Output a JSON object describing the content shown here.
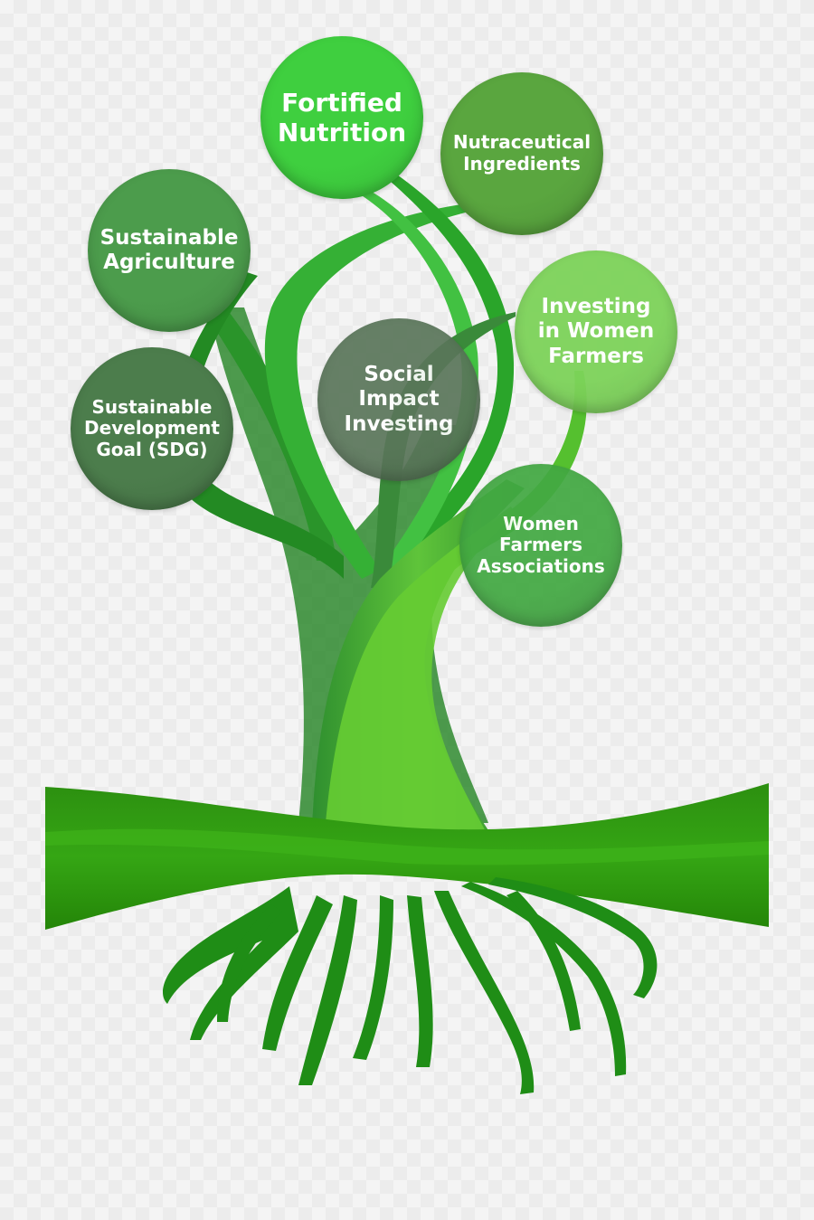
{
  "nodes": [
    {
      "id": "fortified-nutrition",
      "label": "Fortified\nNutrition",
      "color": "#3fcf3f"
    },
    {
      "id": "nutraceutical-ingredients",
      "label": "Nutraceutical\nIngredients",
      "color": "#5aa63f"
    },
    {
      "id": "sustainable-agriculture",
      "label": "Sustainable\nAgriculture",
      "color": "#4c9c4c"
    },
    {
      "id": "social-impact-investing",
      "label": "Social\nImpact\nInvesting",
      "color": "#5a765a"
    },
    {
      "id": "investing-in-women-farmers",
      "label": "Investing\nin Women\nFarmers",
      "color": "#7dd35a"
    },
    {
      "id": "sustainable-development-goal",
      "label": "Sustainable\nDevelopment\nGoal (SDG)",
      "color": "#4c7d4c"
    },
    {
      "id": "women-farmers-associations",
      "label": "Women\nFarmers\nAssociations",
      "color": "#43a943"
    }
  ],
  "colors": {
    "trunk_light": "#66cc33",
    "trunk_dark": "#339933",
    "ground": "#2f9a10",
    "roots": "#1e8a16"
  }
}
